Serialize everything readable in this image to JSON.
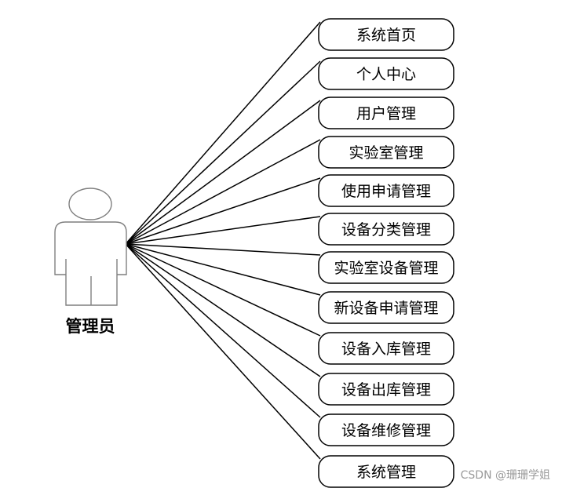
{
  "actor": {
    "label": "管理员"
  },
  "use_cases": [
    {
      "label": "系统首页"
    },
    {
      "label": "个人中心"
    },
    {
      "label": "用户管理"
    },
    {
      "label": "实验室管理"
    },
    {
      "label": "使用申请管理"
    },
    {
      "label": "设备分类管理"
    },
    {
      "label": "实验室设备管理"
    },
    {
      "label": "新设备申请管理"
    },
    {
      "label": "设备入库管理"
    },
    {
      "label": "设备出库管理"
    },
    {
      "label": "设备维修管理"
    },
    {
      "label": "系统管理"
    }
  ],
  "watermark": "CSDN @珊珊学姐",
  "colors": {
    "line": "#000000",
    "actor_stroke": "#7f7f7f",
    "watermark": "#9a9a9a"
  }
}
